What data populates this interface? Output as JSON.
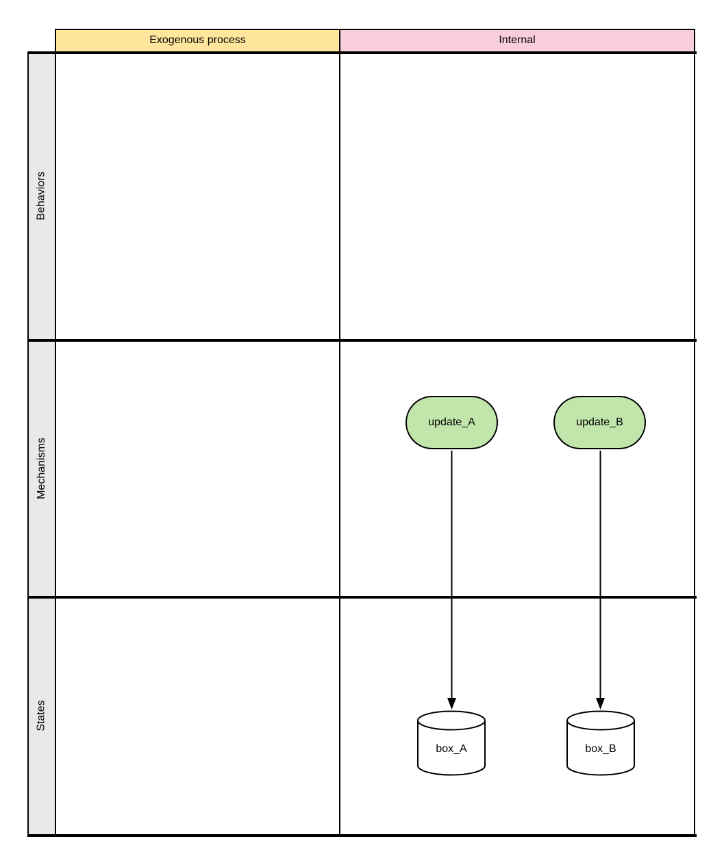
{
  "diagram": {
    "type": "matrix-flow-diagram",
    "columns": [
      {
        "id": "exogenous",
        "label": "Exogenous process",
        "fill": "#FFE69C"
      },
      {
        "id": "internal",
        "label": "Internal",
        "fill": "#F8CEDA"
      }
    ],
    "rows": [
      {
        "id": "behaviors",
        "label": "Behaviors"
      },
      {
        "id": "mechanisms",
        "label": "Mechanisms"
      },
      {
        "id": "states",
        "label": "States"
      }
    ],
    "nodes": [
      {
        "id": "update_A",
        "label": "update_A",
        "shape": "rounded-rectangle",
        "row": "Mechanisms",
        "column": "Internal",
        "fill": "#C1E5AB",
        "stroke": "#000000"
      },
      {
        "id": "update_B",
        "label": "update_B",
        "shape": "rounded-rectangle",
        "row": "Mechanisms",
        "column": "Internal",
        "fill": "#C1E5AB",
        "stroke": "#000000"
      },
      {
        "id": "box_A",
        "label": "box_A",
        "shape": "cylinder",
        "row": "States",
        "column": "Internal",
        "fill": "#FFFFFF",
        "stroke": "#000000"
      },
      {
        "id": "box_B",
        "label": "box_B",
        "shape": "cylinder",
        "row": "States",
        "column": "Internal",
        "fill": "#FFFFFF",
        "stroke": "#000000"
      }
    ],
    "edges": [
      {
        "from": "update_A",
        "to": "box_A",
        "style": "solid-arrow",
        "color": "#000000"
      },
      {
        "from": "update_B",
        "to": "box_B",
        "style": "solid-arrow",
        "color": "#000000"
      }
    ],
    "colors": {
      "row_label_bg": "#E9E9E9",
      "grid_border": "#000000",
      "canvas_bg": "#FFFFFF"
    }
  }
}
